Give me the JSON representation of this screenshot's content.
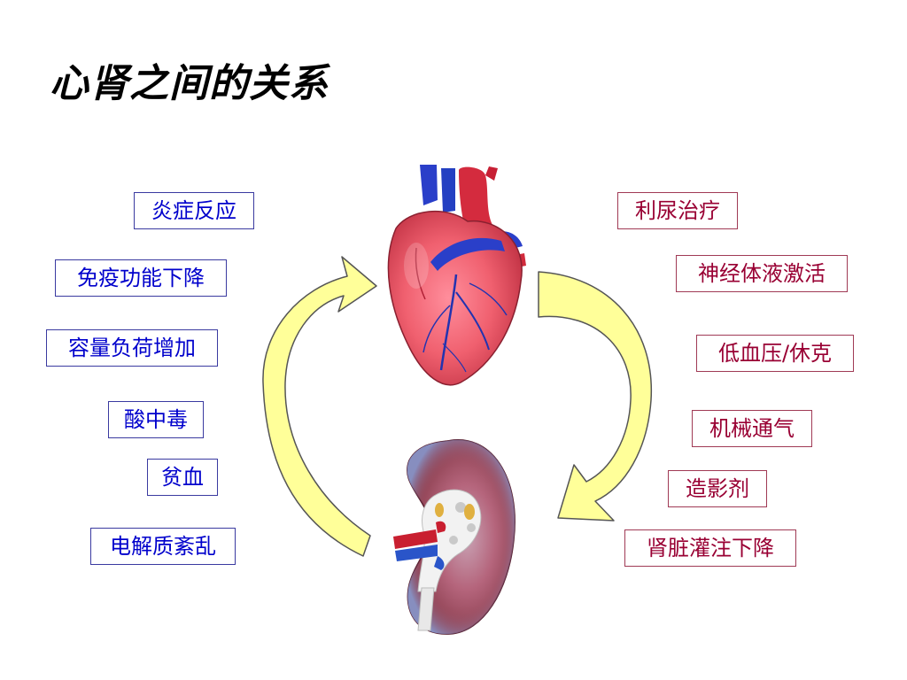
{
  "slide": {
    "title": "心肾之间的关系",
    "left_factors": [
      "炎症反应",
      "免疫功能下降",
      "容量负荷增加",
      "酸中毒",
      "贫血",
      "电解质紊乱"
    ],
    "right_factors": [
      "利尿治疗",
      "神经体液激活",
      "低血压/休克",
      "机械通气",
      "造影剂",
      "肾脏灌注下降"
    ],
    "colors": {
      "left_text": "#0000cc",
      "right_text": "#990033",
      "arrow_fill": "#ffff99",
      "arrow_stroke": "#555555"
    },
    "icons": [
      "heart-icon",
      "kidney-icon",
      "curved-arrow-up",
      "curved-arrow-down"
    ]
  }
}
